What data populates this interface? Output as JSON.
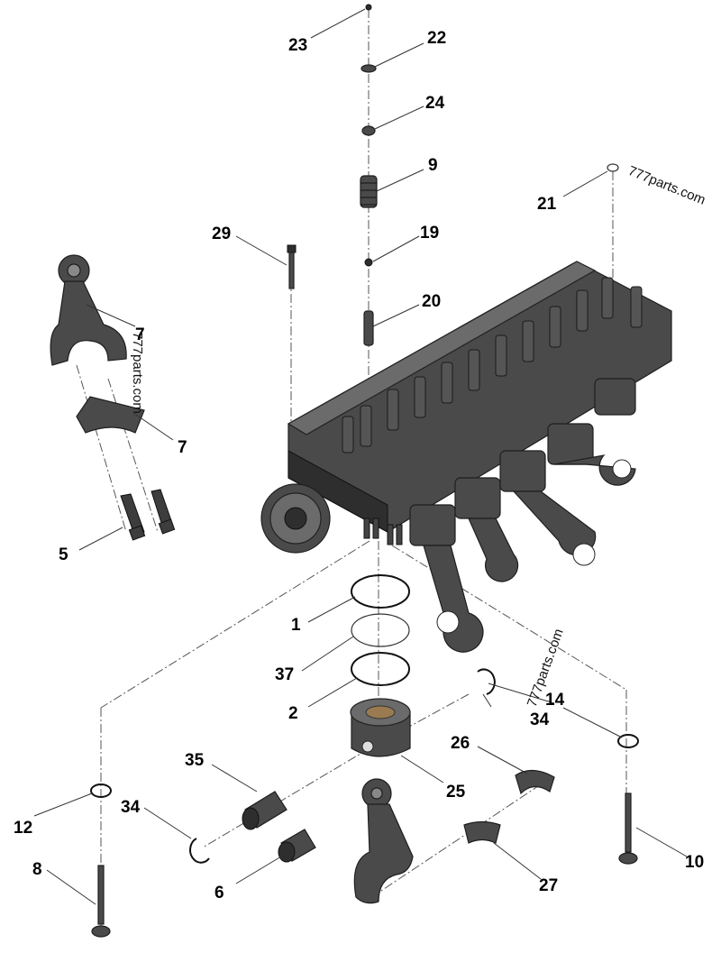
{
  "diagram": {
    "labels": {
      "p1": "1",
      "p2": "2",
      "p5": "5",
      "p6": "6",
      "p7a": "7",
      "p7b": "7",
      "p8": "8",
      "p9": "9",
      "p10": "10",
      "p12": "12",
      "p14": "14",
      "p19": "19",
      "p20": "20",
      "p21": "21",
      "p22": "22",
      "p23": "23",
      "p24": "24",
      "p25": "25",
      "p26": "26",
      "p27": "27",
      "p29": "29",
      "p34a": "34",
      "p34b": "34",
      "p35": "35",
      "p37": "37"
    },
    "watermarks": {
      "top_right": "777parts.com",
      "left": "777parts.com",
      "center": "777parts.com"
    }
  },
  "colors": {
    "part_fill": "#4a4a4a",
    "part_outline": "#1e1e1e",
    "leader_line": "#333333",
    "background": "#ffffff"
  }
}
